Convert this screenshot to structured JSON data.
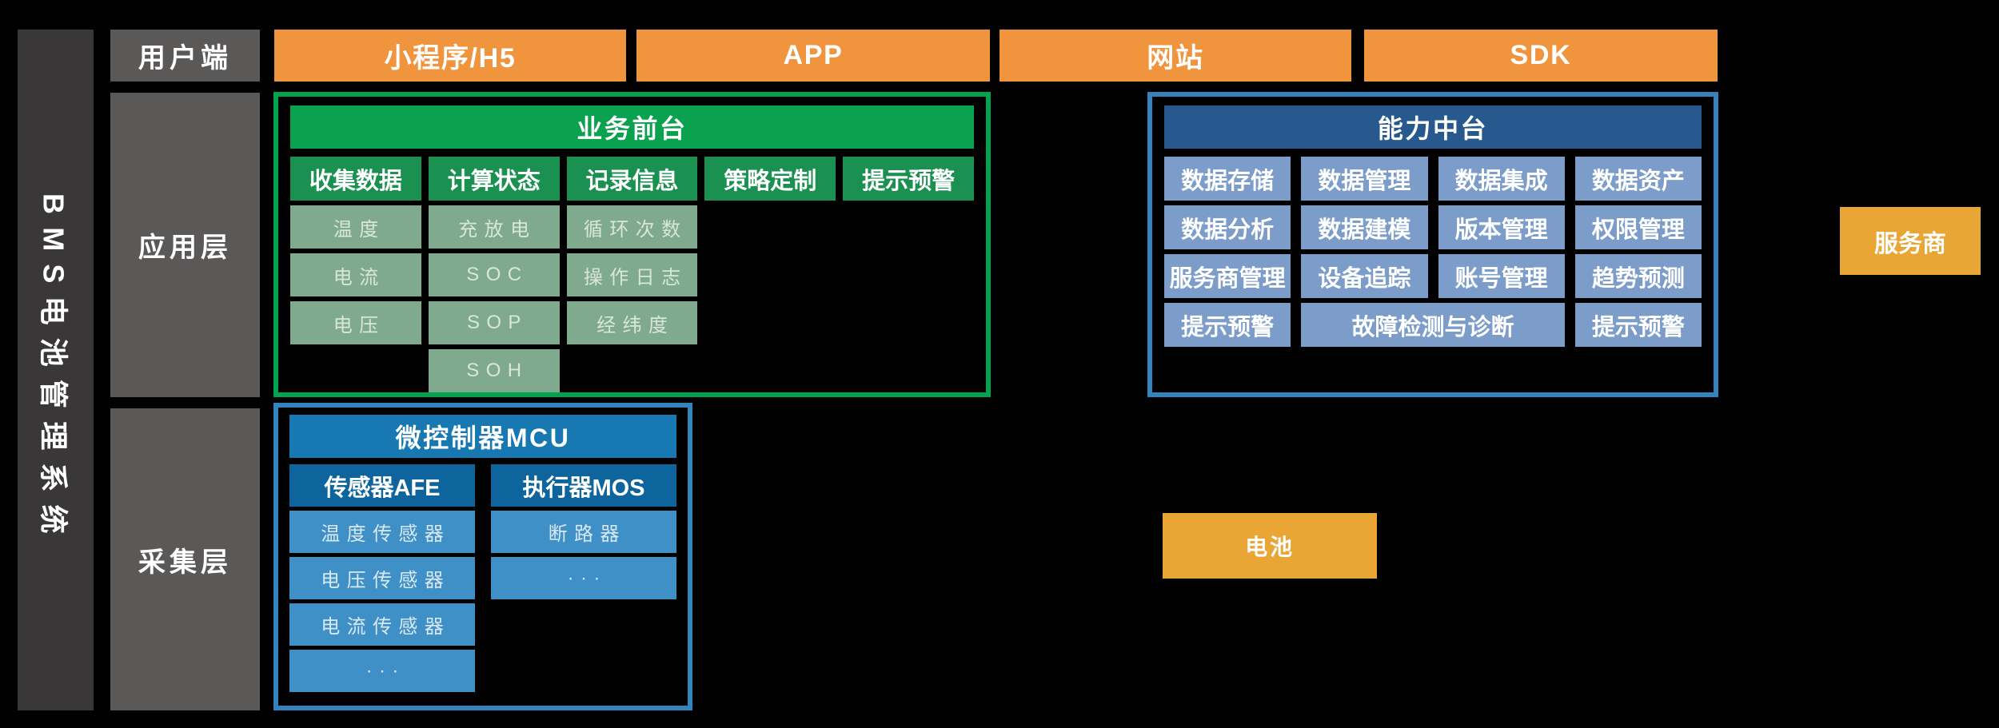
{
  "system": {
    "label": "BMS电池管理系统"
  },
  "layers": {
    "user": "用户端",
    "application": "应用层",
    "collection": "采集层"
  },
  "clients": [
    "小程序/H5",
    "APP",
    "网站",
    "SDK"
  ],
  "front_office": {
    "title": "业务前台",
    "columns": [
      {
        "header": "收集数据",
        "items": [
          "温度",
          "电流",
          "电压"
        ]
      },
      {
        "header": "计算状态",
        "items": [
          "充放电",
          "SOC",
          "SOP",
          "SOH"
        ]
      },
      {
        "header": "记录信息",
        "items": [
          "循环次数",
          "操作日志",
          "经纬度"
        ]
      },
      {
        "header": "策略定制",
        "items": []
      },
      {
        "header": "提示预警",
        "items": []
      }
    ]
  },
  "capability": {
    "title": "能力中台",
    "rows": [
      [
        "数据存储",
        "数据管理",
        "数据集成",
        "数据资产"
      ],
      [
        "数据分析",
        "数据建模",
        "版本管理",
        "权限管理"
      ],
      [
        "服务商管理",
        "设备追踪",
        "账号管理",
        "趋势预测"
      ],
      [
        "提示预警",
        "故障检测与诊断",
        "提示预警"
      ]
    ]
  },
  "mcu": {
    "title": "微控制器MCU",
    "columns": [
      {
        "header": "传感器AFE",
        "items": [
          "温度传感器",
          "电压传感器",
          "电流传感器",
          "···"
        ]
      },
      {
        "header": "执行器MOS",
        "items": [
          "断路器",
          "···"
        ]
      }
    ]
  },
  "provider": {
    "label": "服务商"
  },
  "battery": {
    "label": "电池"
  },
  "colors": {
    "background": "#000000",
    "system_bar": "#3A3738",
    "layer_gray": "#5B5858",
    "client_orange": "#F0953E",
    "amber": "#EAA634",
    "green_border": "#00A44F",
    "green_header": "#0AA24E",
    "green_subheader": "#1A9150",
    "green_item": "#80AA8E",
    "blue_border": "#3383BC",
    "capability_header": "#27598E",
    "capability_cell": "#7C9CCA",
    "mcu_header": "#1878B2",
    "mcu_subheader": "#0E649D",
    "mcu_item": "#3E90C6"
  }
}
